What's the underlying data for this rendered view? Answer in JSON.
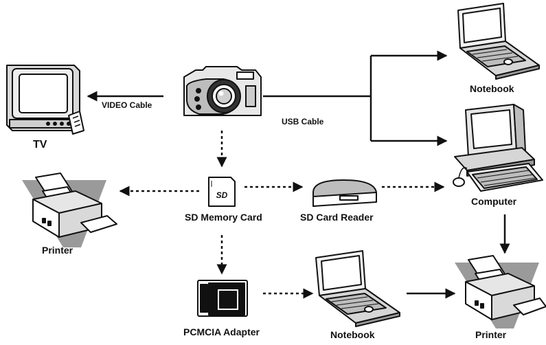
{
  "labels": {
    "tv": "TV",
    "video_cable": "VIDEO Cable",
    "usb_cable": "USB Cable",
    "notebook_top": "Notebook",
    "computer": "Computer",
    "sd_memory_card": "SD Memory Card",
    "sd_card_reader": "SD Card Reader",
    "printer_left": "Printer",
    "pcmcia_adapter": "PCMCIA Adapter",
    "notebook_bottom": "Notebook",
    "printer_right": "Printer"
  },
  "icons": {
    "camera": "camera-icon",
    "tv": "tv-icon",
    "notebook": "laptop-icon",
    "computer": "desktop-computer-icon",
    "printer": "printer-icon",
    "sd_card": "sd-card-icon",
    "card_reader": "card-reader-icon",
    "pcmcia": "pcmcia-adapter-icon"
  }
}
